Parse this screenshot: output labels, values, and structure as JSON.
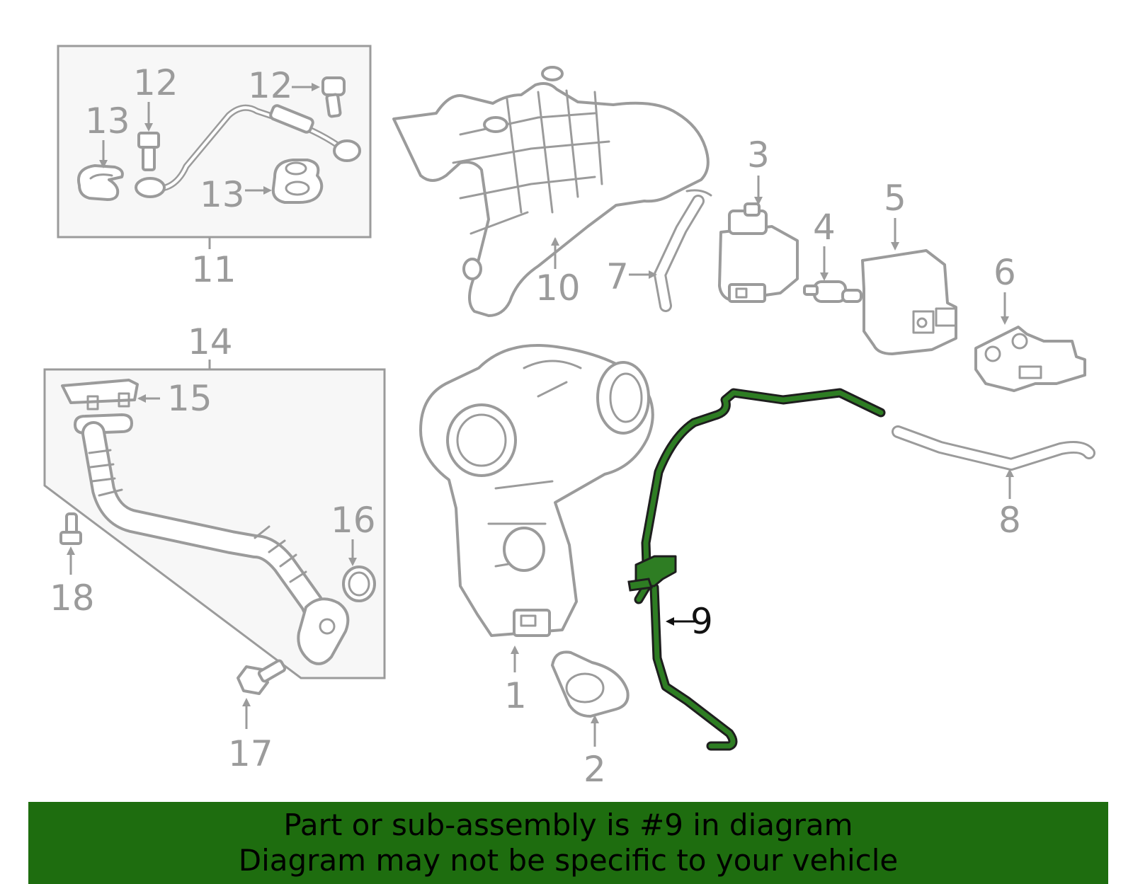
{
  "callouts": {
    "c1": "1",
    "c2": "2",
    "c3": "3",
    "c4": "4",
    "c5": "5",
    "c6": "6",
    "c7": "7",
    "c8": "8",
    "c9": "9",
    "c10": "10",
    "c11": "11",
    "c12a": "12",
    "c12b": "12",
    "c13a": "13",
    "c13b": "13",
    "c14": "14",
    "c15": "15",
    "c16": "16",
    "c17": "17",
    "c18": "18"
  },
  "banner": {
    "line1": "Part or sub-assembly is #9 in diagram",
    "line2": "Diagram may not be specific to your vehicle"
  },
  "colors": {
    "highlight": "#2e7d23",
    "banner_bg": "#1e6d0f",
    "line_gray": "#9b9b9b"
  }
}
